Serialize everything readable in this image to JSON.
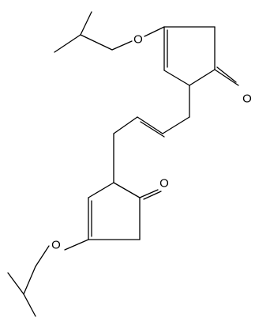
{
  "diagram": {
    "type": "skeletal-structure",
    "bond_color": "#000000",
    "label_color": "#000000",
    "background": "#ffffff",
    "atoms": {
      "o_ether_top": "O",
      "o_ketone_top": "O",
      "o_ketone_bottom": "O",
      "o_ether_bottom": "O"
    }
  }
}
